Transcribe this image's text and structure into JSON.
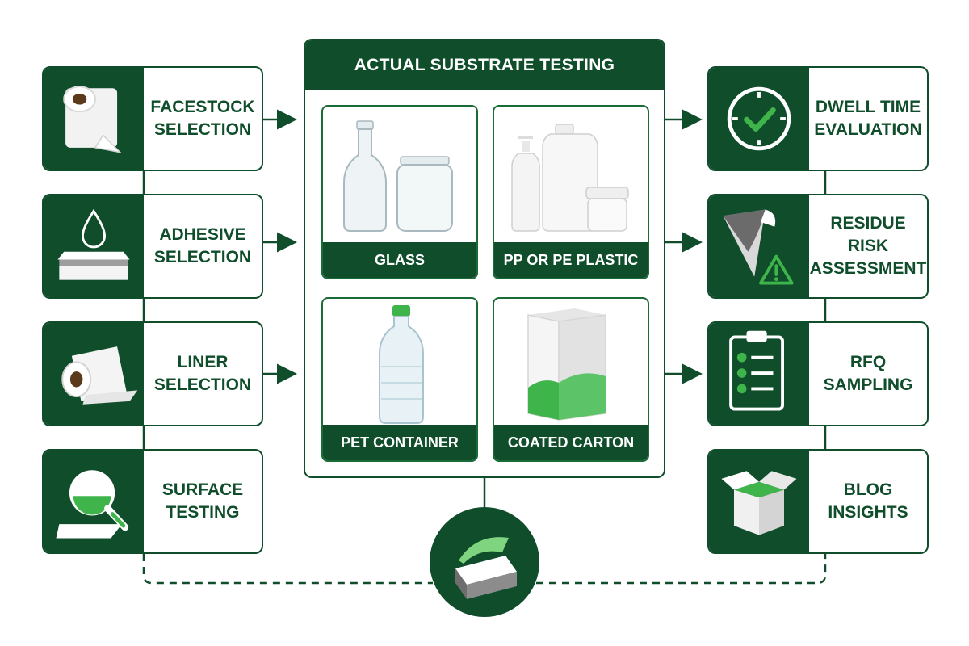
{
  "diagram": {
    "center": {
      "title": "ACTUAL SUBSTRATE TESTING",
      "substrates": [
        {
          "label": "GLASS",
          "icon": "glass-bottle-jar-icon"
        },
        {
          "label": "PP OR PE PLASTIC",
          "icon": "plastic-bottles-icon"
        },
        {
          "label": "PET CONTAINER",
          "icon": "pet-bottle-icon"
        },
        {
          "label": "COATED CARTON",
          "icon": "carton-icon"
        }
      ]
    },
    "left_steps": [
      {
        "label": "FACESTOCK\nSELECTION",
        "icon": "paper-roll-icon"
      },
      {
        "label": "ADHESIVE\nSELECTION",
        "icon": "adhesive-drop-icon"
      },
      {
        "label": "LINER\nSELECTION",
        "icon": "liner-roll-icon"
      },
      {
        "label": "SURFACE\nTESTING",
        "icon": "magnifier-icon"
      }
    ],
    "right_steps": [
      {
        "label": "DWELL TIME\nEVALUATION",
        "icon": "clock-check-icon"
      },
      {
        "label": "RESIDUE\nRISK\nASSESSMENT",
        "icon": "residue-warning-icon"
      },
      {
        "label": "RFQ\nSAMPLING",
        "icon": "clipboard-checklist-icon"
      },
      {
        "label": "BLOG\nINSIGHTS",
        "icon": "open-box-icon"
      }
    ],
    "hub": {
      "icon": "label-layers-icon"
    },
    "colors": {
      "dark_green": "#0f4d2b",
      "accent_green": "#3fb44b",
      "white": "#ffffff"
    }
  }
}
